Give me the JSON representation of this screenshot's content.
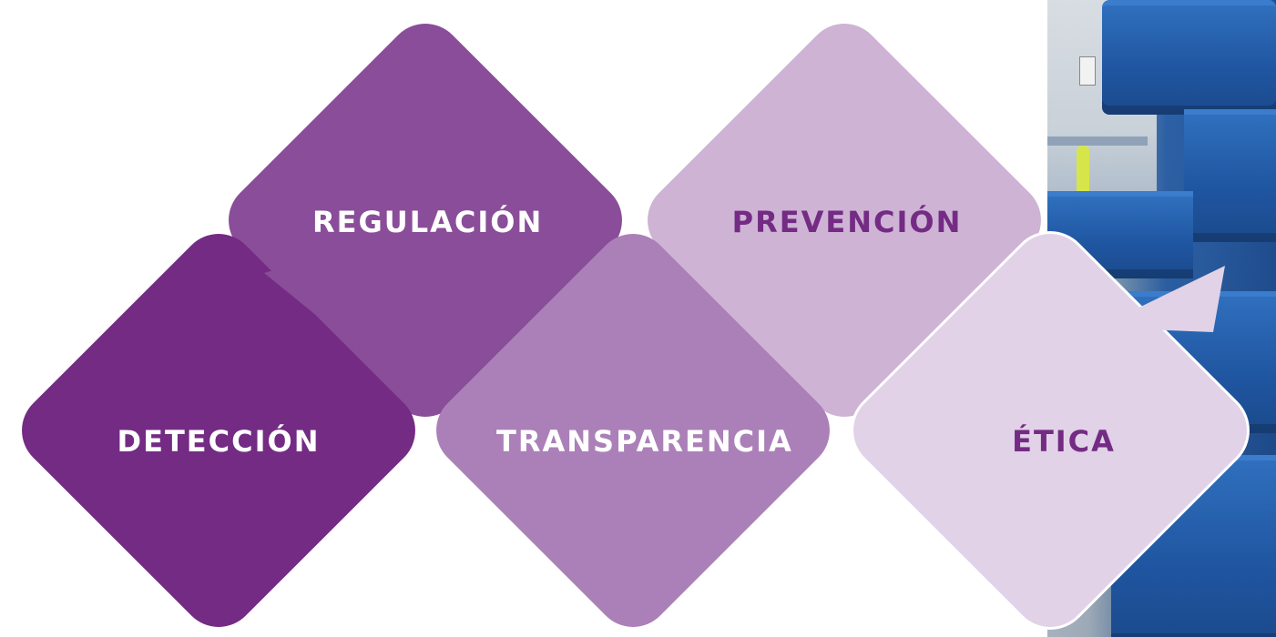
{
  "diagram": {
    "items": [
      {
        "id": "regulacion",
        "label": "Regulación",
        "color": "#8a4d99",
        "text_color": "#ffffff"
      },
      {
        "id": "deteccion",
        "label": "Detección",
        "color": "#742b84",
        "text_color": "#ffffff"
      },
      {
        "id": "prevencion",
        "label": "Prevención",
        "color": "#ceb3d5",
        "text_color": "#742b84"
      },
      {
        "id": "transparencia",
        "label": "Transparencia",
        "color": "#ab80b8",
        "text_color": "#ffffff"
      },
      {
        "id": "etica",
        "label": "Ética",
        "color": "#e1d2e7",
        "text_color": "#742b84"
      }
    ]
  },
  "photo": {
    "icon": "warehouse-crates-photo",
    "colors": {
      "crate": "#2a5da2",
      "wall": "#c9d1d9"
    }
  }
}
